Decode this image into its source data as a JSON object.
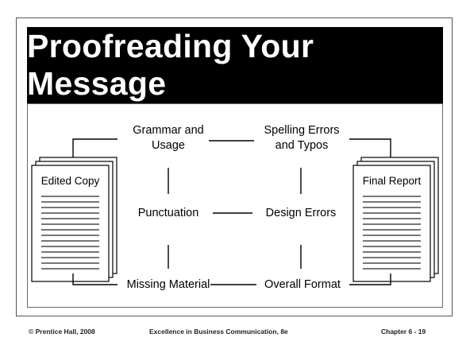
{
  "slide": {
    "title": "Proofreading Your Message"
  },
  "diagram": {
    "left_doc_label": "Edited Copy",
    "right_doc_label": "Final Report",
    "nodes": {
      "grammar": "Grammar and\nUsage",
      "spelling": "Spelling Errors\nand Typos",
      "punctuation": "Punctuation",
      "design": "Design Errors",
      "missing": "Missing Material",
      "format": "Overall Format"
    }
  },
  "footer": {
    "copyright": "© Prentice Hall, 2008",
    "book": "Excellence in Business Communication, 8e",
    "chapter": "Chapter 6 - 19"
  },
  "colors": {
    "title_bg": "#000000",
    "title_text": "#ffffff",
    "line": "#000000"
  }
}
